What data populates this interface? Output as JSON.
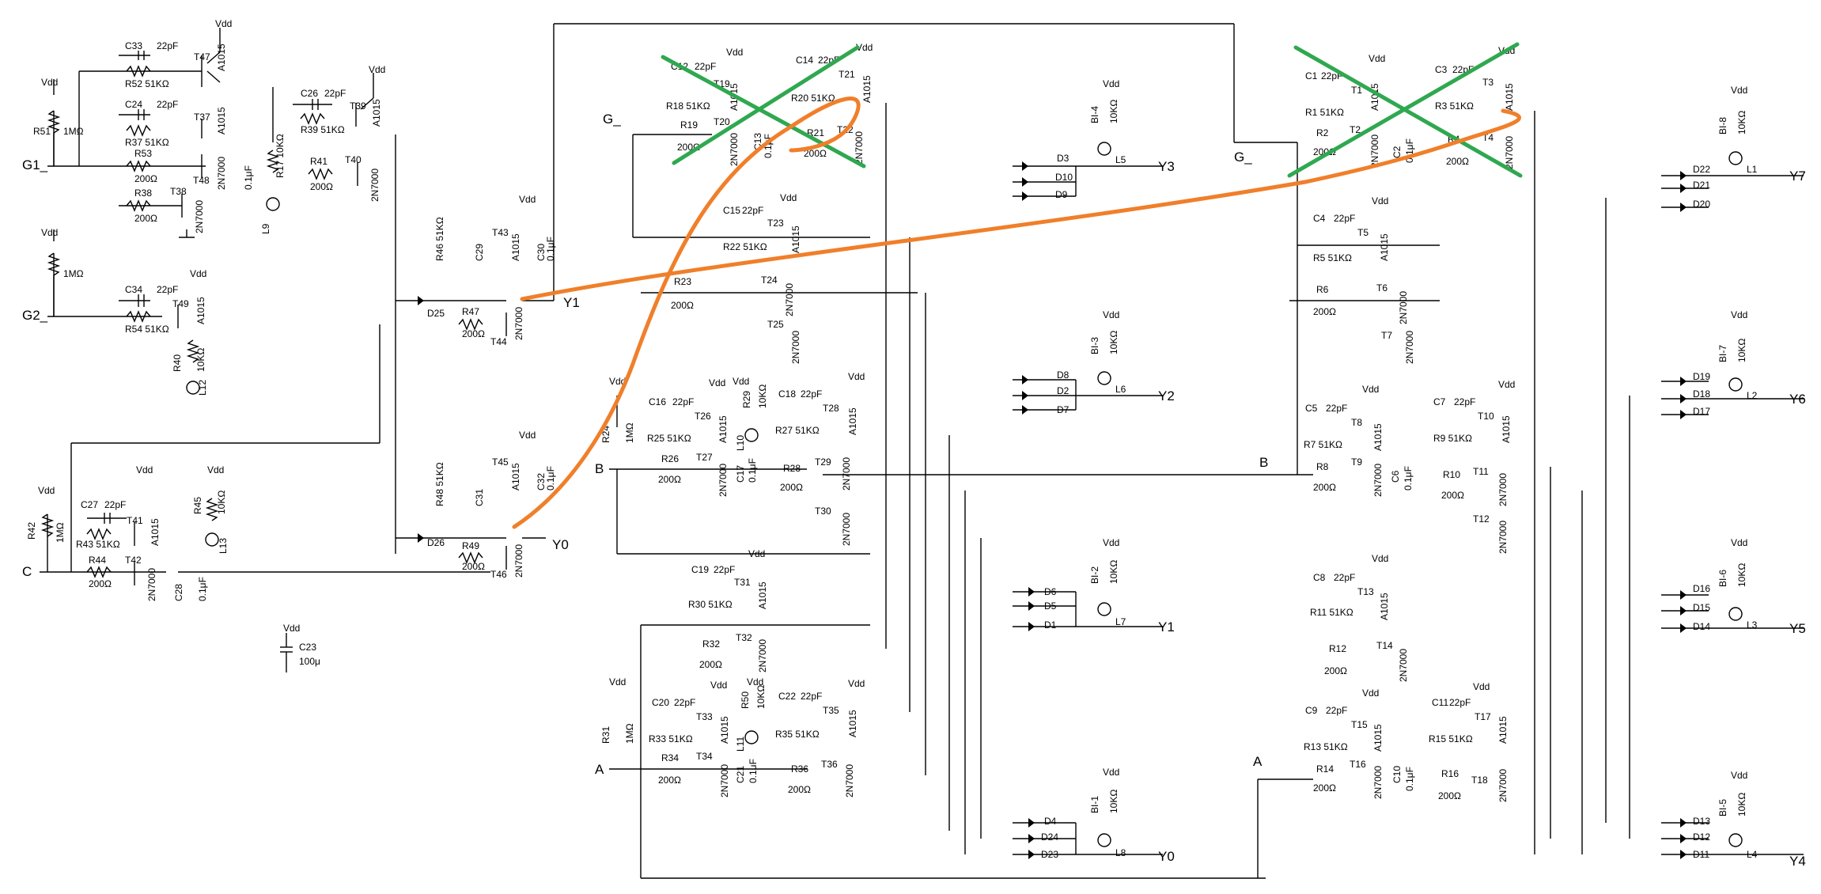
{
  "colors": {
    "ink": "#000000",
    "cross": "#2fa84f",
    "annotation": "#f07f2a",
    "background": "#ffffff"
  },
  "supply": "Vdd",
  "inputs": {
    "g1": "G1_",
    "g2": "G2_",
    "c": "C",
    "b_left": "B",
    "a_left": "A",
    "b_right": "B",
    "a_right": "A",
    "g_mid": "G_",
    "g_right": "G_"
  },
  "outputs": {
    "y0_mid": "Y0",
    "y1_mid": "Y1",
    "y3": "Y3",
    "y2": "Y2",
    "y1": "Y1",
    "y0": "Y0",
    "y7": "Y7",
    "y6": "Y6",
    "y5": "Y5",
    "y4": "Y4"
  },
  "components": {
    "transistors": [
      {
        "ref": "T47",
        "part": "A1015"
      },
      {
        "ref": "T37",
        "part": "A1015"
      },
      {
        "ref": "T48",
        "part": "2N7000"
      },
      {
        "ref": "T38",
        "part": "2N7000"
      },
      {
        "ref": "T39",
        "part": "A1015"
      },
      {
        "ref": "T40",
        "part": "2N7000"
      },
      {
        "ref": "T49",
        "part": "A1015"
      },
      {
        "ref": "T43",
        "part": "A1015"
      },
      {
        "ref": "T44",
        "part": "2N7000"
      },
      {
        "ref": "T45",
        "part": "A1015"
      },
      {
        "ref": "T46",
        "part": "2N7000"
      },
      {
        "ref": "T41",
        "part": "A1015"
      },
      {
        "ref": "T42",
        "part": "2N7000"
      },
      {
        "ref": "T19",
        "part": "A1015"
      },
      {
        "ref": "T20",
        "part": "2N7000"
      },
      {
        "ref": "T21",
        "part": "A1015"
      },
      {
        "ref": "T22",
        "part": "2N7000"
      },
      {
        "ref": "T23",
        "part": "A1015"
      },
      {
        "ref": "T24",
        "part": "2N7000"
      },
      {
        "ref": "T25",
        "part": "2N7000"
      },
      {
        "ref": "T26",
        "part": "A1015"
      },
      {
        "ref": "T27",
        "part": "2N7000"
      },
      {
        "ref": "T28",
        "part": "A1015"
      },
      {
        "ref": "T29",
        "part": "2N7000"
      },
      {
        "ref": "T30",
        "part": "2N7000"
      },
      {
        "ref": "T31",
        "part": "A1015"
      },
      {
        "ref": "T32",
        "part": "2N7000"
      },
      {
        "ref": "T33",
        "part": "A1015"
      },
      {
        "ref": "T34",
        "part": "2N7000"
      },
      {
        "ref": "T35",
        "part": "A1015"
      },
      {
        "ref": "T36",
        "part": "2N7000"
      },
      {
        "ref": "T1",
        "part": "A1015"
      },
      {
        "ref": "T2",
        "part": "2N7000"
      },
      {
        "ref": "T3",
        "part": "A1015"
      },
      {
        "ref": "T4",
        "part": "2N7000"
      },
      {
        "ref": "T5",
        "part": "A1015"
      },
      {
        "ref": "T6",
        "part": "2N7000"
      },
      {
        "ref": "T7",
        "part": "2N7000"
      },
      {
        "ref": "T8",
        "part": "A1015"
      },
      {
        "ref": "T9",
        "part": "2N7000"
      },
      {
        "ref": "T10",
        "part": "A1015"
      },
      {
        "ref": "T11",
        "part": "2N7000"
      },
      {
        "ref": "T12",
        "part": "2N7000"
      },
      {
        "ref": "T13",
        "part": "A1015"
      },
      {
        "ref": "T14",
        "part": "2N7000"
      },
      {
        "ref": "T15",
        "part": "A1015"
      },
      {
        "ref": "T16",
        "part": "2N7000"
      },
      {
        "ref": "T17",
        "part": "A1015"
      },
      {
        "ref": "T18",
        "part": "2N7000"
      }
    ],
    "resistors_51k": [
      "R52 51KΩ",
      "R37 51KΩ",
      "R39 51KΩ",
      "R54 51KΩ",
      "R46 51KΩ",
      "R48 51KΩ",
      "R43 51KΩ",
      "R18 51KΩ",
      "R20 51KΩ",
      "R22 51KΩ",
      "R25 51KΩ",
      "R27 51KΩ",
      "R30 51KΩ",
      "R33 51KΩ",
      "R35 51KΩ",
      "R1 51KΩ",
      "R3 51KΩ",
      "R5 51KΩ",
      "R7 51KΩ",
      "R9 51KΩ",
      "R11 51KΩ",
      "R13 51KΩ",
      "R15 51KΩ"
    ],
    "resistors_200": [
      "R53",
      "R38",
      "R41",
      "R47",
      "R49",
      "R44",
      "R19",
      "R21",
      "R23",
      "R26",
      "R28",
      "R32",
      "R34",
      "R36",
      "R2",
      "R4",
      "R6",
      "R8",
      "R10",
      "R12",
      "R14",
      "R16"
    ],
    "ohm200": "200Ω",
    "meg": "1MΩ",
    "led_res": "10KΩ",
    "cap22": "22pF",
    "cap01": "0.1μF",
    "c23": "C23",
    "c23_val": "100μ",
    "leds": [
      "L1",
      "L2",
      "L3",
      "L4",
      "L5",
      "L6",
      "L7",
      "L8",
      "L9",
      "L10",
      "L11",
      "L12",
      "L13"
    ],
    "diodes_left": [
      "D25",
      "D26"
    ],
    "diodes_y3": [
      "D3",
      "D10",
      "D9"
    ],
    "diodes_y2": [
      "D8",
      "D2",
      "D7"
    ],
    "diodes_y1": [
      "D6",
      "D5",
      "D1"
    ],
    "diodes_y0": [
      "D4",
      "D24",
      "D23"
    ],
    "diodes_y7": [
      "D22",
      "D21",
      "D20"
    ],
    "diodes_y6": [
      "D19",
      "D18",
      "D17"
    ],
    "diodes_y5": [
      "D16",
      "D15",
      "D14"
    ],
    "diodes_y4": [
      "D13",
      "D12",
      "D11"
    ],
    "bi_res": [
      "BI-4",
      "BI-3",
      "BI-2",
      "BI-1",
      "BI-8",
      "BI-7",
      "BI-6",
      "BI-5"
    ],
    "misc": {
      "r17": "R17 10KΩ",
      "r41": "R41",
      "r51": "R51",
      "r40": "R40",
      "r42": "R42",
      "r45": "R45",
      "r24": "R24",
      "r29": "R29",
      "r31": "R31",
      "r50": "R50",
      "c28": "C28",
      "c30": "C30",
      "c32": "C32",
      "c29": "C29",
      "c31": "C31",
      "c33": "C33",
      "c24": "C24",
      "c26": "C26",
      "c34": "C34",
      "c27": "C27",
      "c12": "C12",
      "c14": "C14",
      "c13": "C13",
      "c15": "C15",
      "c16": "C16",
      "c18": "C18",
      "c17": "C17",
      "c19": "C19",
      "c20": "C20",
      "c22": "C22",
      "c21": "C21",
      "c1": "C1",
      "c3": "C3",
      "c2": "C2",
      "c4": "C4",
      "c5": "C5",
      "c7": "C7",
      "c6": "C6",
      "c8": "C8",
      "c9": "C9",
      "c11": "C11",
      "c10": "C10"
    }
  }
}
